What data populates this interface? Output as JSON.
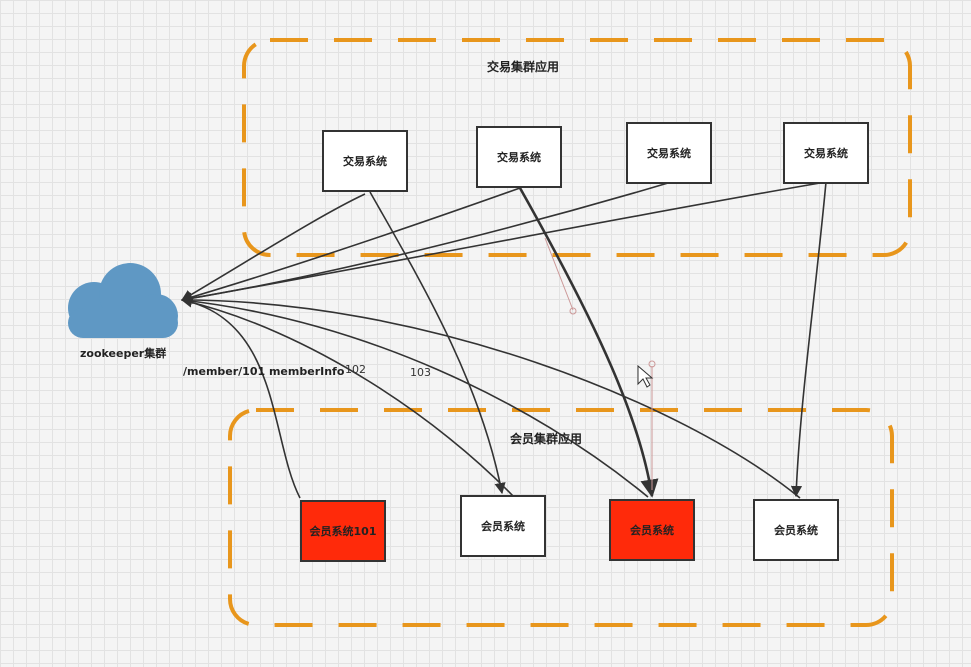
{
  "trade_cluster": {
    "title": "交易集群应用",
    "nodes": [
      "交易系统",
      "交易系统",
      "交易系统",
      "交易系统"
    ]
  },
  "member_cluster": {
    "title": "会员集群应用",
    "nodes": [
      {
        "label": "会员系统101",
        "highlight": true
      },
      {
        "label": "会员系统",
        "highlight": false
      },
      {
        "label": "会员系统",
        "highlight": true
      },
      {
        "label": "会员系统",
        "highlight": false
      }
    ]
  },
  "zookeeper": {
    "label": "zookeeper集群",
    "icon": "cloud-icon"
  },
  "path_labels": {
    "member_path": "/member/101 memberInfo",
    "n102": "102",
    "n103": "103"
  },
  "colors": {
    "cluster_border": "#e8961c",
    "highlight": "#ff2a0a",
    "cloud": "#5f98c4",
    "edge": "#333333"
  }
}
